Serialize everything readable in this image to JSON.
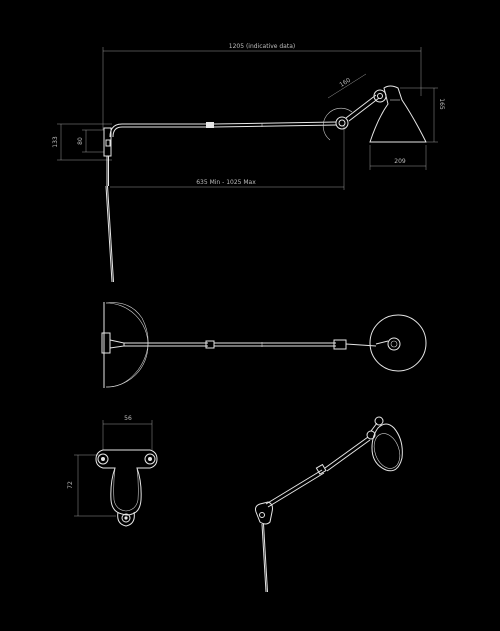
{
  "colors": {
    "background": "#000000",
    "line": "#e6e6e6",
    "dimension": "#9a9a9a"
  },
  "dimensions": {
    "overall_length": "1205 (indicative data)",
    "arm_reach": "635 Min - 1025 Max",
    "shade_depth": "160",
    "shade_height": "165",
    "shade_diameter": "209",
    "mount_height": "133",
    "bracket_height": "80",
    "backplate_width": "56",
    "backplate_height": "72"
  }
}
